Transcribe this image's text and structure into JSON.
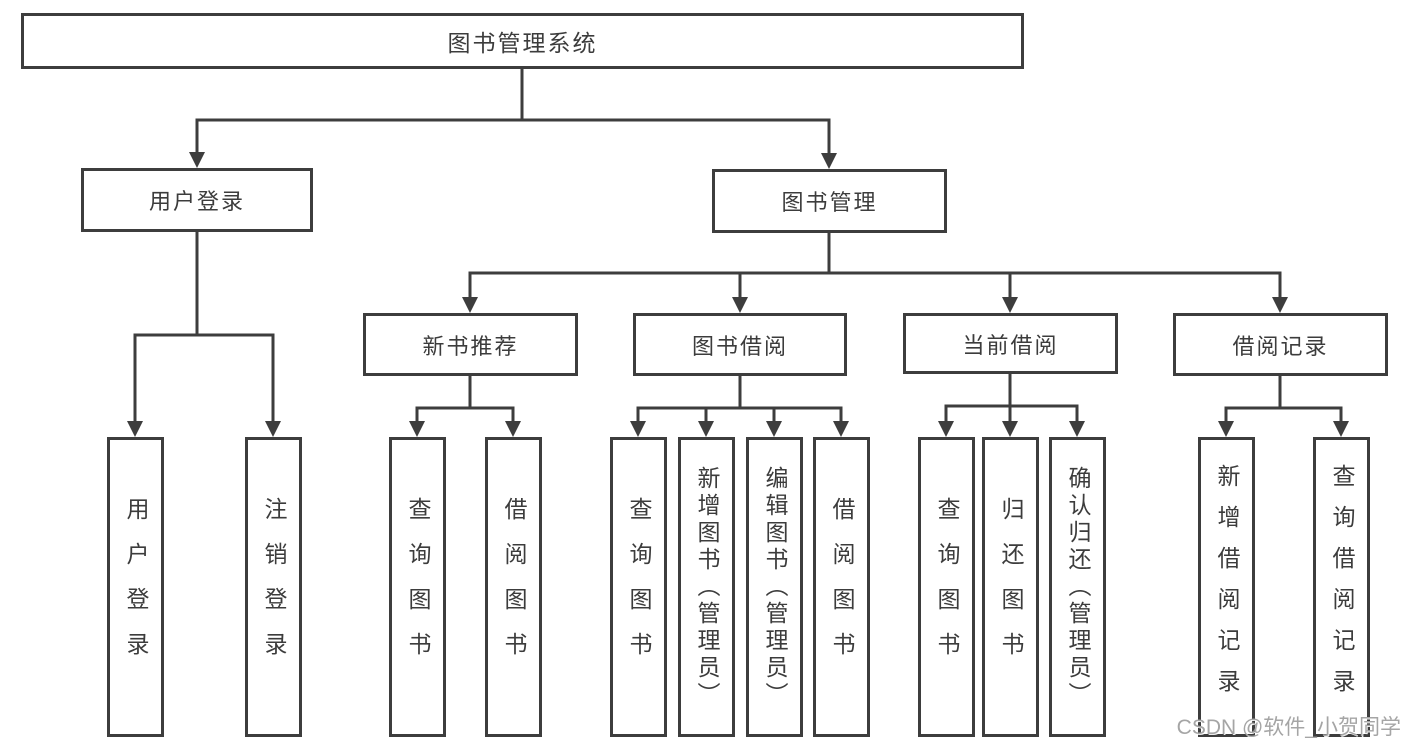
{
  "diagram": {
    "root": {
      "label": "图书管理系统"
    },
    "level1": {
      "user_login": {
        "label": "用户登录",
        "parent": "图书管理系统"
      },
      "book_mgmt": {
        "label": "图书管理",
        "parent": "图书管理系统"
      }
    },
    "level2": {
      "new_book_rec": {
        "label": "新书推荐",
        "parent": "图书管理"
      },
      "book_borrow": {
        "label": "图书借阅",
        "parent": "图书管理"
      },
      "current_borrow": {
        "label": "当前借阅",
        "parent": "图书管理"
      },
      "borrow_record": {
        "label": "借阅记录",
        "parent": "图书管理"
      }
    },
    "leaves": [
      {
        "label": "用户登录",
        "parent": "用户登录"
      },
      {
        "label": "注销登录",
        "parent": "用户登录"
      },
      {
        "label": "查询图书",
        "parent": "新书推荐"
      },
      {
        "label": "借阅图书",
        "parent": "新书推荐"
      },
      {
        "label": "查询图书",
        "parent": "图书借阅"
      },
      {
        "label": "新增图书（管理员）",
        "parent": "图书借阅"
      },
      {
        "label": "编辑图书（管理员）",
        "parent": "图书借阅"
      },
      {
        "label": "借阅图书",
        "parent": "图书借阅"
      },
      {
        "label": "查询图书",
        "parent": "当前借阅"
      },
      {
        "label": "归还图书",
        "parent": "当前借阅"
      },
      {
        "label": "确认归还（管理员）",
        "parent": "当前借阅"
      },
      {
        "label": "新增借阅记录",
        "parent": "借阅记录"
      },
      {
        "label": "查询借阅记录",
        "parent": "借阅记录"
      }
    ],
    "watermark": "CSDN @软件_小贺同学",
    "colors": {
      "line": "#3d3d3d",
      "text": "#3c3c3c",
      "background": "#ffffff",
      "watermark_text": "#a5a5a5"
    }
  }
}
